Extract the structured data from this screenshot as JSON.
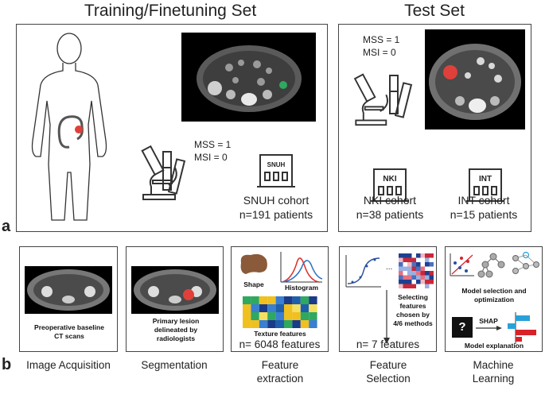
{
  "headings": {
    "training": "Training/Finetuning Set",
    "test": "Test Set"
  },
  "panel_labels": {
    "a": "a",
    "b": "b"
  },
  "training_set": {
    "status": {
      "mss": "MSS = 1",
      "msi": "MSI = 0"
    },
    "cohort": {
      "icon_label": "SNUH",
      "name": "SNUH cohort",
      "count": "n=191 patients"
    }
  },
  "test_set": {
    "status": {
      "mss": "MSS = 1",
      "msi": "MSI = 0"
    },
    "cohorts": [
      {
        "icon_label": "NKI",
        "name": "NKI cohort",
        "count": "n=38 patients"
      },
      {
        "icon_label": "INT",
        "name": "INT cohort",
        "count": "n=15 patients"
      }
    ]
  },
  "workflow": {
    "acquisition": {
      "inner_text": "Preoperative baseline CT scans",
      "caption": "Image Acquisition"
    },
    "segmentation": {
      "inner_text": "Primary lesion delineated by radiologists",
      "caption": "Segmentation"
    },
    "extraction": {
      "shape_label": "Shape",
      "histogram_label": "Histogram",
      "texture_label": "Texture features",
      "count": "n= 6048 features",
      "caption": "Feature extraction"
    },
    "selection": {
      "ellipsis": "...",
      "method_text": "Selecting features chosen by 4/6 methods",
      "count": "n= 7 features",
      "caption": "Feature Selection"
    },
    "learning": {
      "model_text": "Model selection and optimization",
      "shap_label": "SHAP",
      "question_mark": "?",
      "explain_text": "Model explanation",
      "caption": "Machine Learning"
    }
  },
  "colors": {
    "lesion_red": "#e0403a",
    "lesion_green": "#2fa860",
    "heatmap_blue": "#2a4fa0",
    "histogram_red": "#d9302a",
    "histogram_blue": "#2a6fc0",
    "shape_brown": "#8a5a3a",
    "shap_red": "#d8222a",
    "shap_blue": "#2aa0d8"
  },
  "icons": [
    "human-silhouette-icon",
    "microscope-icon",
    "test-tubes-icon",
    "hospital-icon",
    "scatter-icon",
    "tree-icon",
    "neural-net-icon",
    "black-box-icon"
  ]
}
